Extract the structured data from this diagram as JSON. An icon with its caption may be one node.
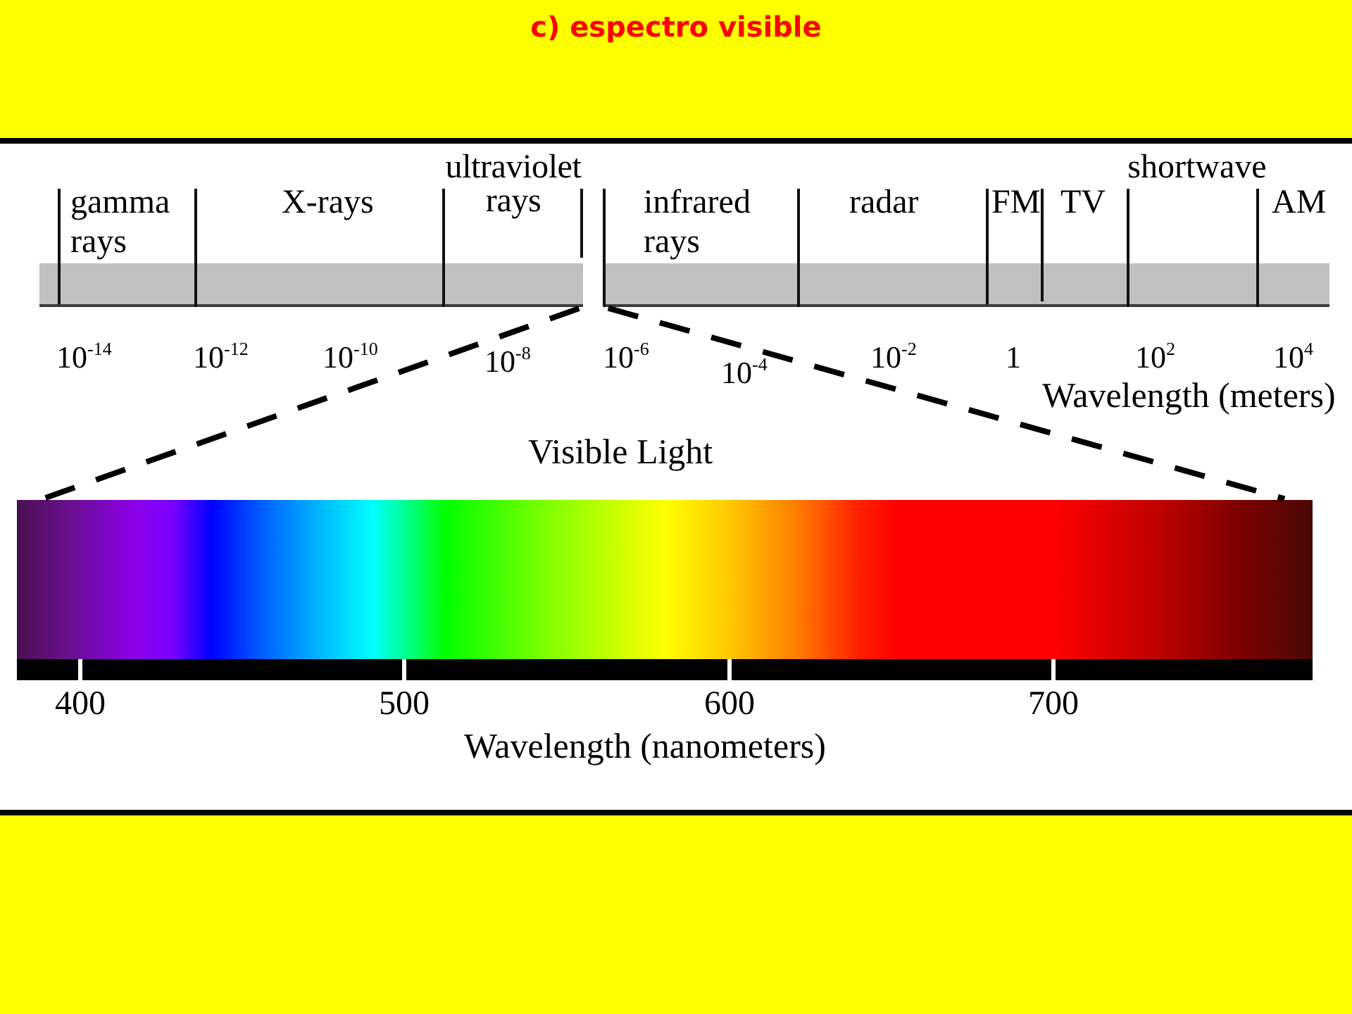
{
  "diagram": {
    "title": "c) espectro visible",
    "nodes": [
      {
        "text": [],
        "shape": "bar"
      },
      {
        "text": [],
        "shape": "bar"
      },
      {
        "text": [
          "Visible Light"
        ]
      }
    ],
    "edges": [
      {
        "from": 0,
        "to": 2,
        "arrow": "none",
        "style": "dashed"
      },
      {
        "from": 1,
        "to": 2,
        "arrow": "none",
        "style": "dashed"
      }
    ],
    "labels": [
      "gamma rays",
      "X-rays",
      "ultraviolet rays",
      "infrared rays",
      "radar",
      "FM",
      "TV",
      "shortwave",
      "AM",
      "10$^{-14}$",
      "10$^{-12}$",
      "10$^{-10}$",
      "10$^{-8}$",
      "10$^{-6}$",
      "10$^{-4}$",
      "10$^{-2}$",
      "1",
      "10$^{2}$",
      "10$^{4}$",
      "Wavelength (meters)",
      "400",
      "500",
      "600",
      "700",
      "Wavelength (nanometers)"
    ]
  }
}
